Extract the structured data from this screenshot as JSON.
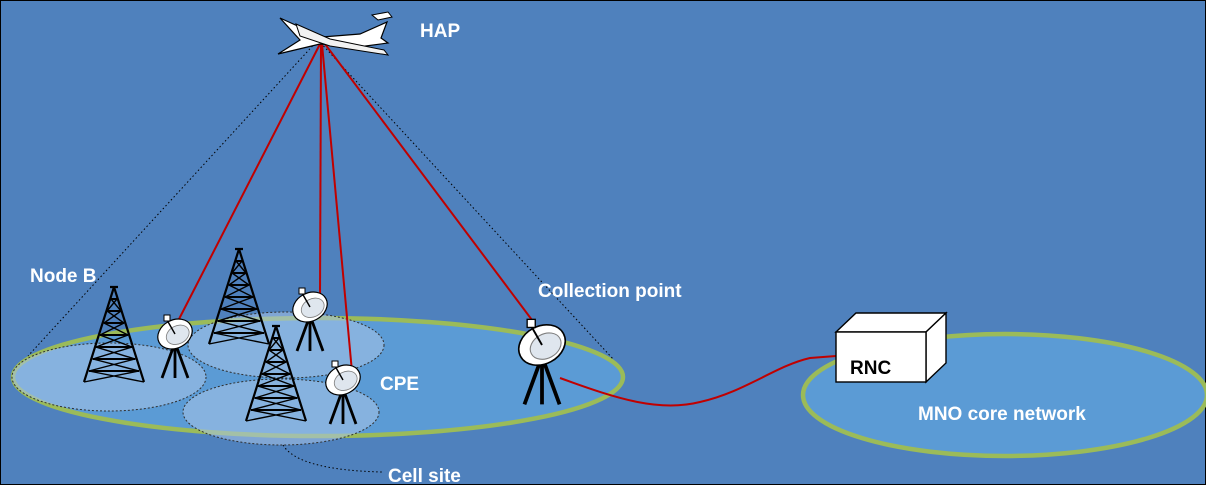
{
  "labels": {
    "hap": "HAP",
    "node_b": "Node B",
    "collection_point": "Collection point",
    "cpe": "CPE",
    "rnc": "RNC",
    "mno_core": "MNO core network",
    "cell_site": "Cell site"
  },
  "colors": {
    "background": "#4f81bd",
    "region_fill": "#5b9bd5",
    "region_outline": "#9bbb59",
    "cell_fill": "#a9c4e8",
    "link_red": "#c00000",
    "coverage_dotted": "#000000",
    "text": "#ffffff"
  }
}
